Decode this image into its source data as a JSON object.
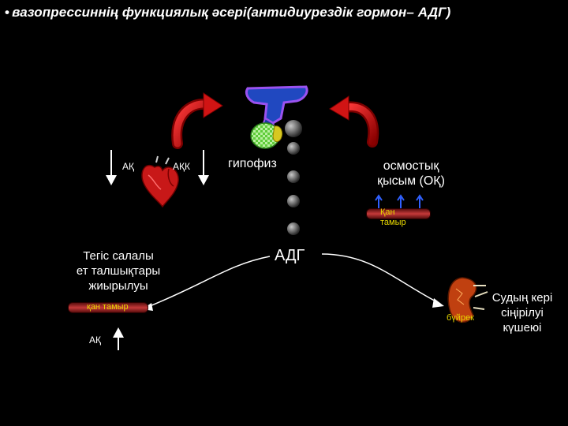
{
  "title": "вазопрессиннің функциялық әсері(антидиурездік гормон– АДГ)",
  "labels": {
    "ak_left": "АҚ",
    "akk": "АҚК",
    "hypophysis": "гипофиз",
    "osmotic_pressure": "осмостық\nқысым (ОҚ)",
    "adg": "АДГ",
    "smooth_muscle": "Тегіс салалы\nет талшықтары\nжиырылуы",
    "blood_vessel_left": "қан тамыр",
    "ak_bottom": "АҚ",
    "blood_vessel_right": "Қан\nтамыр",
    "kidney": "бүйрек",
    "water_reabsorption": "Судың кері\nсіңірілуі\nкүшеюі"
  },
  "colors": {
    "background": "#000000",
    "curved_arrow": "#cc1010",
    "vessel": "#c53a3a",
    "vessel_label": "#e8d800",
    "hypothalamus": "#8040e0",
    "pituitary": "#1d45b0",
    "droplet": "#707070"
  }
}
